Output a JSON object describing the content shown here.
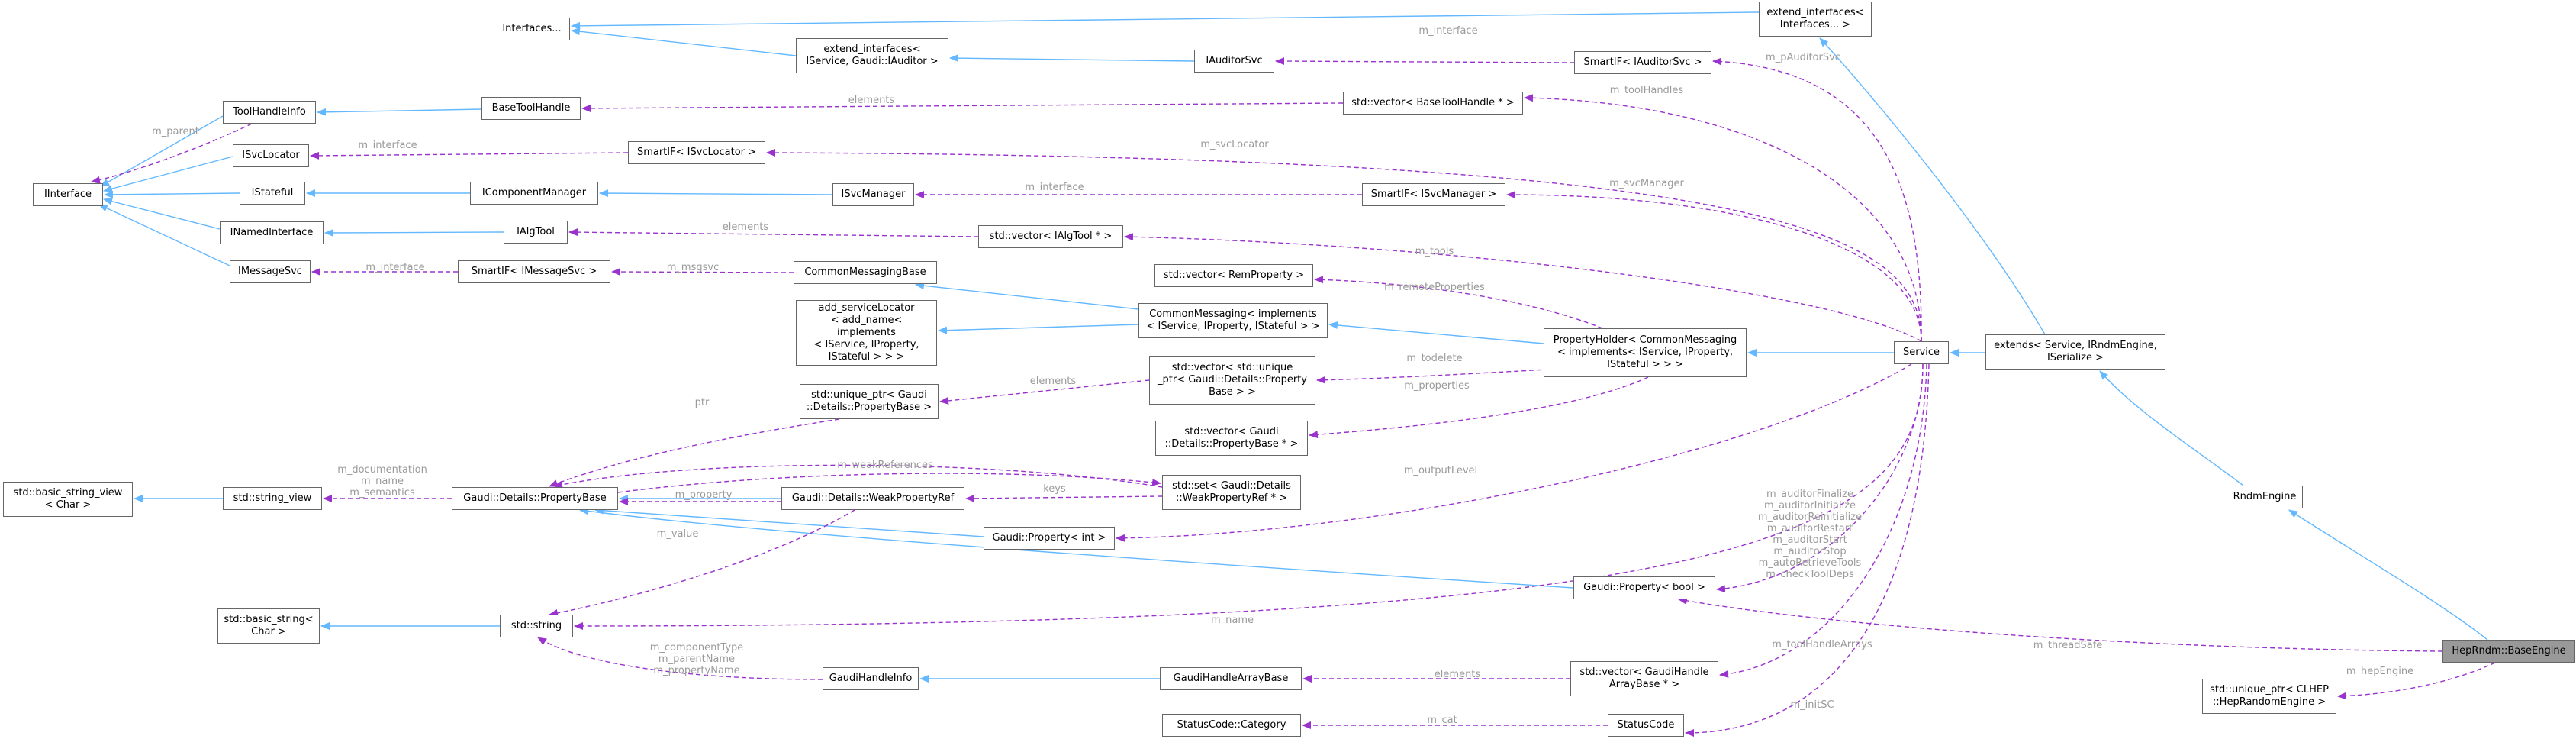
{
  "colors": {
    "inheritance": "#63b8ff",
    "usage": "#9a32cd",
    "node_border": "#666666",
    "root_fill": "#999999",
    "label": "#9a9a9a"
  },
  "nodes": [
    {
      "id": "interfaces",
      "label": "Interfaces..."
    },
    {
      "id": "extend_if_iaud",
      "label": "extend_interfaces<\nIService, Gaudi::IAuditor >"
    },
    {
      "id": "iauditorsvc",
      "label": "IAuditorSvc"
    },
    {
      "id": "smartif_iauditorsvc",
      "label": "SmartIF< IAuditorSvc >"
    },
    {
      "id": "extend_if_generic",
      "label": "extend_interfaces<\nInterfaces... >"
    },
    {
      "id": "toolhandleinfo",
      "label": "ToolHandleInfo"
    },
    {
      "id": "basetoolhandle",
      "label": "BaseToolHandle"
    },
    {
      "id": "vec_basetoolhandle",
      "label": "std::vector< BaseToolHandle * >"
    },
    {
      "id": "isvclocator",
      "label": "ISvcLocator"
    },
    {
      "id": "smartif_isvclocator",
      "label": "SmartIF< ISvcLocator >"
    },
    {
      "id": "iinterface",
      "label": "IInterface"
    },
    {
      "id": "istateful",
      "label": "IStateful"
    },
    {
      "id": "icomponentmanager",
      "label": "IComponentManager"
    },
    {
      "id": "isvcmanager",
      "label": "ISvcManager"
    },
    {
      "id": "smartif_isvcmanager",
      "label": "SmartIF< ISvcManager >"
    },
    {
      "id": "inamedinterface",
      "label": "INamedInterface"
    },
    {
      "id": "ialgtool",
      "label": "IAlgTool"
    },
    {
      "id": "vec_ialgtool",
      "label": "std::vector< IAlgTool * >"
    },
    {
      "id": "imessagesvc",
      "label": "IMessageSvc"
    },
    {
      "id": "smartif_imessagesvc",
      "label": "SmartIF< IMessageSvc >"
    },
    {
      "id": "commonmessagingbase",
      "label": "CommonMessagingBase"
    },
    {
      "id": "vec_remproperty",
      "label": "std::vector< RemProperty >"
    },
    {
      "id": "add_servicelocator",
      "label": "add_serviceLocator\n< add_name< implements\n< IService, IProperty,\nIStateful > > >"
    },
    {
      "id": "commonmessaging",
      "label": "CommonMessaging< implements\n< IService, IProperty, IStateful > >"
    },
    {
      "id": "propertyholder",
      "label": "PropertyHolder< CommonMessaging\n< implements< IService, IProperty,\nIStateful > > >"
    },
    {
      "id": "service",
      "label": "Service"
    },
    {
      "id": "extends_service",
      "label": "extends< Service, IRndmEngine,\nISerialize >"
    },
    {
      "id": "vec_uptr_propbase",
      "label": "std::vector< std::unique\n_ptr< Gaudi::Details::Property\nBase > >"
    },
    {
      "id": "uptr_propbase",
      "label": "std::unique_ptr< Gaudi\n::Details::PropertyBase >"
    },
    {
      "id": "vec_propbase",
      "label": "std::vector< Gaudi\n::Details::PropertyBase * >"
    },
    {
      "id": "basic_string_view",
      "label": "std::basic_string_view\n< Char >"
    },
    {
      "id": "string_view",
      "label": "std::string_view"
    },
    {
      "id": "propertybase",
      "label": "Gaudi::Details::PropertyBase"
    },
    {
      "id": "weakpropertyref",
      "label": "Gaudi::Details::WeakPropertyRef"
    },
    {
      "id": "set_weakpropref",
      "label": "std::set< Gaudi::Details\n::WeakPropertyRef * >"
    },
    {
      "id": "property_int",
      "label": "Gaudi::Property< int >"
    },
    {
      "id": "rndmengine",
      "label": "RndmEngine"
    },
    {
      "id": "property_bool",
      "label": "Gaudi::Property< bool >"
    },
    {
      "id": "basic_string",
      "label": "std::basic_string<\nChar >"
    },
    {
      "id": "std_string",
      "label": "std::string"
    },
    {
      "id": "hep_baseengine",
      "label": "HepRndm::BaseEngine"
    },
    {
      "id": "gaudihandleinfo",
      "label": "GaudiHandleInfo"
    },
    {
      "id": "gaudihandlearraybase",
      "label": "GaudiHandleArrayBase"
    },
    {
      "id": "vec_gaudihandlearraybase",
      "label": "std::vector< GaudiHandle\nArrayBase * >"
    },
    {
      "id": "uptr_heprandomengine",
      "label": "std::unique_ptr< CLHEP\n::HepRandomEngine >"
    },
    {
      "id": "statuscode_category",
      "label": "StatusCode::Category"
    },
    {
      "id": "statuscode",
      "label": "StatusCode"
    }
  ],
  "edge_labels": [
    {
      "id": "lbl_m_interface_aud",
      "text": "m_interface"
    },
    {
      "id": "lbl_m_pauditorsvc",
      "text": "m_pAuditorSvc"
    },
    {
      "id": "lbl_elements_tool",
      "text": "elements"
    },
    {
      "id": "lbl_m_toolhandles",
      "text": "m_toolHandles"
    },
    {
      "id": "lbl_m_parent",
      "text": "m_parent"
    },
    {
      "id": "lbl_m_interface_loc",
      "text": "m_interface"
    },
    {
      "id": "lbl_m_svclocator",
      "text": "m_svcLocator"
    },
    {
      "id": "lbl_m_interface_mgr",
      "text": "m_interface"
    },
    {
      "id": "lbl_m_svcmanager",
      "text": "m_svcManager"
    },
    {
      "id": "lbl_elements_algtool",
      "text": "elements"
    },
    {
      "id": "lbl_m_tools",
      "text": "m_tools"
    },
    {
      "id": "lbl_m_interface_msg",
      "text": "m_interface"
    },
    {
      "id": "lbl_m_msgsvc",
      "text": "m_msgsvc"
    },
    {
      "id": "lbl_m_remoteproperties",
      "text": "m_remoteProperties"
    },
    {
      "id": "lbl_m_todelete",
      "text": "m_todelete"
    },
    {
      "id": "lbl_m_properties",
      "text": "m_properties"
    },
    {
      "id": "lbl_elements_uptr",
      "text": "elements"
    },
    {
      "id": "lbl_ptr",
      "text": "ptr"
    },
    {
      "id": "lbl_m_weakreferences",
      "text": "m_weakReferences"
    },
    {
      "id": "lbl_m_documentation",
      "text": "m_documentation\nm_name\nm_semantics"
    },
    {
      "id": "lbl_m_property",
      "text": "m_property"
    },
    {
      "id": "lbl_keys",
      "text": "keys"
    },
    {
      "id": "lbl_m_outputlevel",
      "text": "m_outputLevel"
    },
    {
      "id": "lbl_m_value",
      "text": "m_value"
    },
    {
      "id": "lbl_bool_members",
      "text": "m_auditorFinalize\nm_auditorInitialize\nm_auditorReinitialize\nm_auditorRestart\nm_auditorStart\nm_auditorStop\nm_autoRetrieveTools\nm_checkToolDeps"
    },
    {
      "id": "lbl_m_name",
      "text": "m_name"
    },
    {
      "id": "lbl_m_threadsafe",
      "text": "m_threadSafe"
    },
    {
      "id": "lbl_m_toolhandlearrays",
      "text": "m_toolHandleArrays"
    },
    {
      "id": "lbl_m_componenttype",
      "text": "m_componentType\nm_parentName\nm_propertyName"
    },
    {
      "id": "lbl_elements_gha",
      "text": "elements"
    },
    {
      "id": "lbl_m_hepengine",
      "text": "m_hepEngine"
    },
    {
      "id": "lbl_m_cat",
      "text": "m_cat"
    },
    {
      "id": "lbl_m_initsc",
      "text": "m_initSC"
    }
  ]
}
